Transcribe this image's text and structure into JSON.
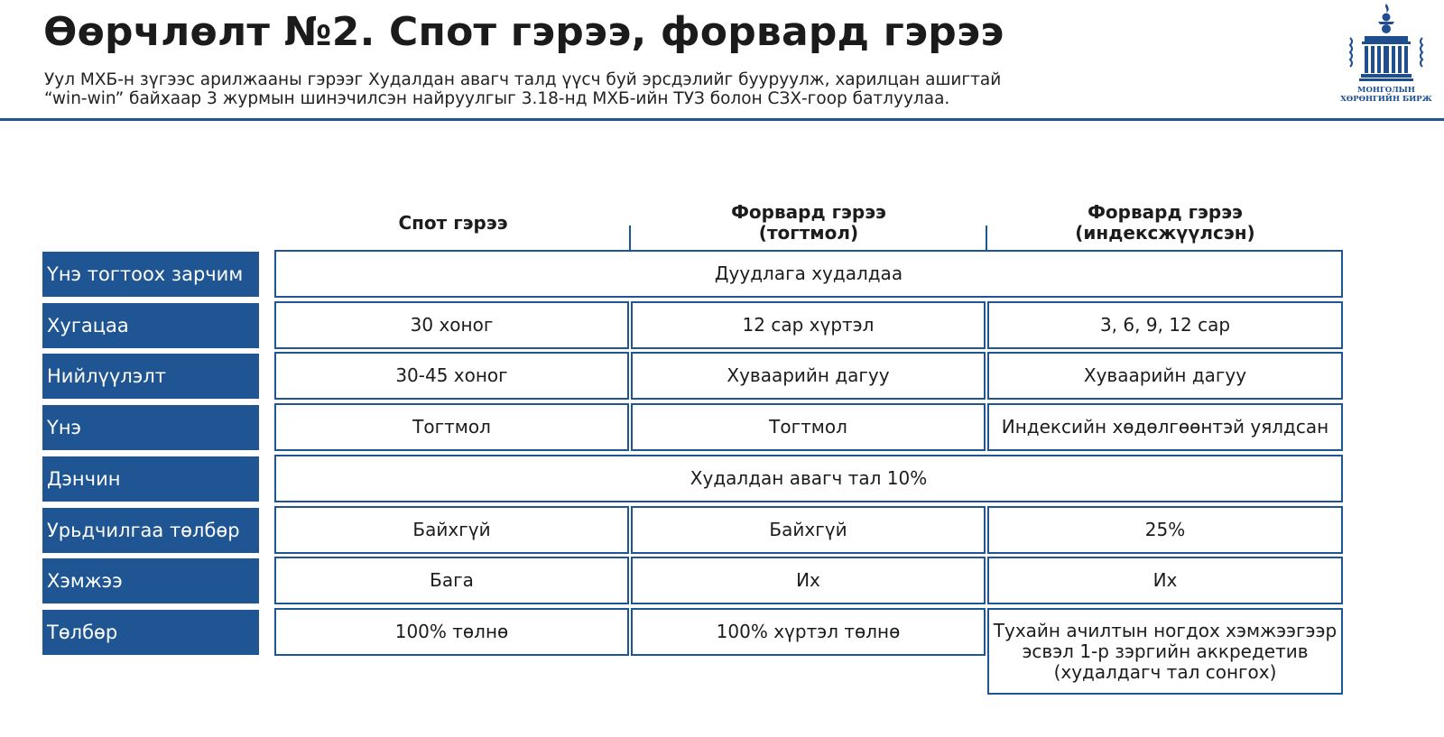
{
  "header": {
    "title": "Өөрчлөлт №2. Спот гэрээ, форвард гэрээ",
    "subtitle_line1": "Уул МХБ-н зүгээс арилжааны гэрээг Худалдан авагч талд үүсч буй эрсдэлийг бууруулж, харилцан ашигтай",
    "subtitle_line2": "“win-win” байхаар 3 журмын шинэчилсэн найруулгыг 3.18-нд МХБ-ийн ТУЗ болон СЗХ-гоор батлуулаа."
  },
  "logo": {
    "line1": "МОНГОЛЫН",
    "line2": "ХӨРӨНГИЙН БИРЖ",
    "icon": "exchange-building-logo"
  },
  "colors": {
    "accent": "#1f5592"
  },
  "table": {
    "columns": [
      {
        "line1": "Спот гэрээ",
        "line2": ""
      },
      {
        "line1": "Форвард гэрээ",
        "line2": "(тогтмол)"
      },
      {
        "line1": "Форвард гэрээ",
        "line2": "(индексжүүлсэн)"
      }
    ],
    "rows": [
      {
        "label": "Үнэ тогтоох зарчим",
        "merged": "Дуудлага худалдаа"
      },
      {
        "label": "Хугацаа",
        "cells": [
          "30 хоног",
          "12 сар хүртэл",
          "3, 6, 9, 12 сар"
        ]
      },
      {
        "label": "Нийлүүлэлт",
        "cells": [
          "30-45 хоног",
          "Хуваарийн дагуу",
          "Хуваарийн дагуу"
        ]
      },
      {
        "label": "Үнэ",
        "cells": [
          "Тогтмол",
          "Тогтмол",
          "Индексийн хөдөлгөөнтэй уялдсан"
        ]
      },
      {
        "label": "Дэнчин",
        "merged": "Худалдан авагч тал 10%"
      },
      {
        "label": "Урьдчилгаа төлбөр",
        "cells": [
          "Байхгүй",
          "Байхгүй",
          "25%"
        ]
      },
      {
        "label": "Хэмжээ",
        "cells": [
          "Бага",
          "Их",
          "Их"
        ]
      },
      {
        "label": "Төлбөр",
        "cells": [
          "100% төлнө",
          "100% хүртэл төлнө"
        ],
        "last_cell": [
          "Тухайн ачилтын ногдох хэмжээгээр",
          "эсвэл 1-р зэргийн аккредетив",
          "(худалдагч тал сонгох)"
        ]
      }
    ]
  }
}
